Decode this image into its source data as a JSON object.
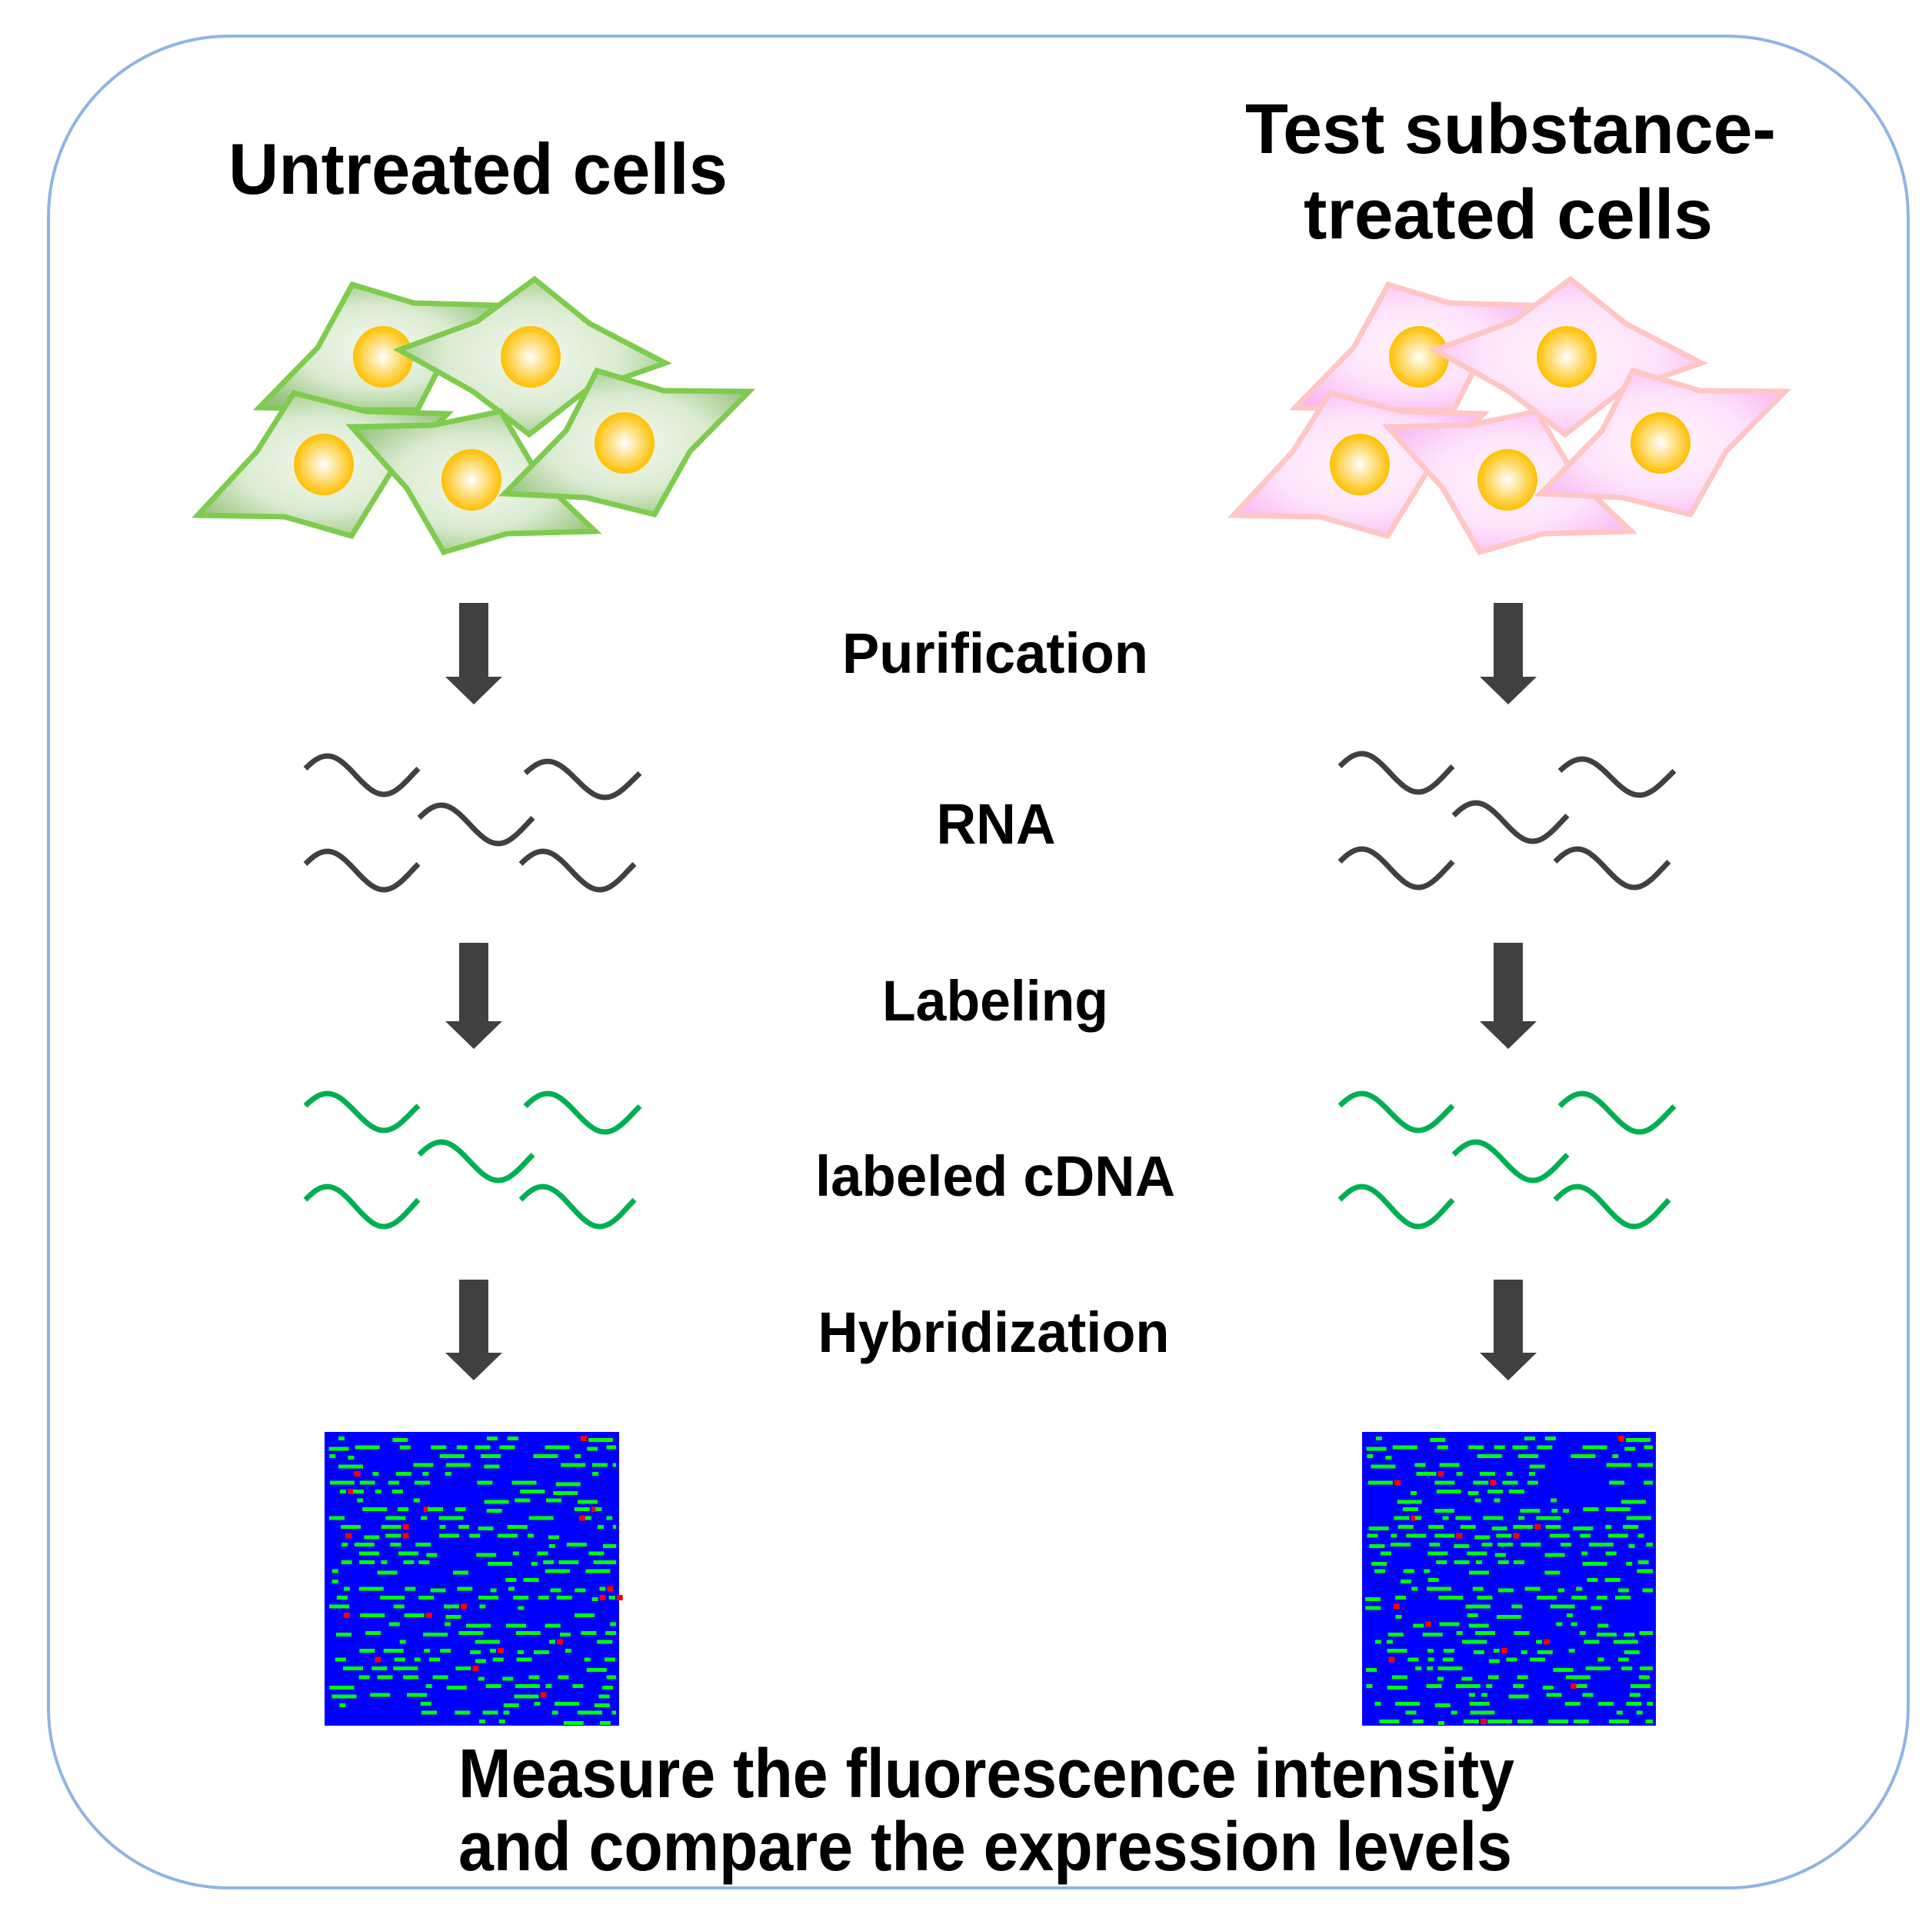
{
  "figure": {
    "type": "workflow-diagram",
    "border_color": "#8fb4e3",
    "arrow_color": "#404040",
    "rna_color": "#404040",
    "cdna_color": "#00b050",
    "nucleus_colors": {
      "outer": "#ffbf00",
      "inner": "#ffffff"
    },
    "microarray_colors": {
      "background": "#0000ff",
      "spot_green": "#00ff00",
      "spot_red": "#ff0000"
    }
  },
  "columns": {
    "left": {
      "title": "Untreated cells",
      "cell_colors": {
        "border": "#7ecb4e",
        "fill_light": "#f2f8ee",
        "fill_dark": "#95c27c"
      }
    },
    "right": {
      "title_line1": "Test substance-",
      "title_line2": "treated cells",
      "cell_colors": {
        "border": "#ffc6c6",
        "fill_light": "#fff6fd",
        "fill_dark": "#f9b8f4"
      }
    }
  },
  "steps": {
    "purification": "Purification",
    "rna": "RNA",
    "labeling": "Labeling",
    "labeled_cdna": "labeled cDNA",
    "hybridization": "Hybridization"
  },
  "conclusion": {
    "line1": "Measure the fluorescence intensity",
    "line2": "and compare the expression levels"
  }
}
